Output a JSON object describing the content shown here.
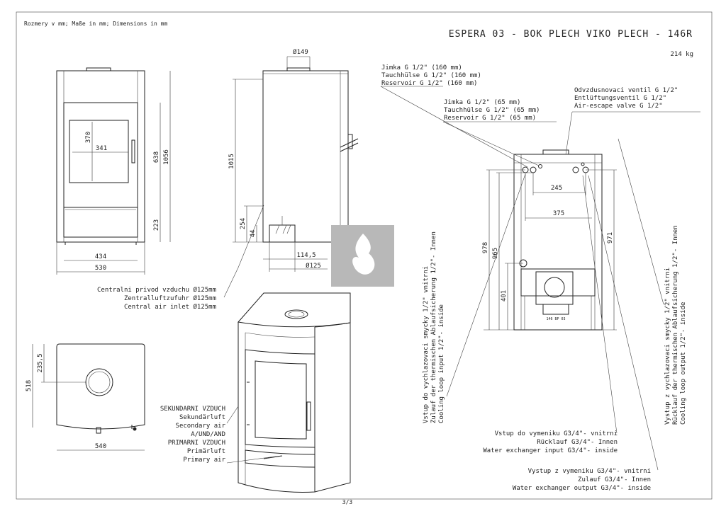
{
  "header": {
    "units_note": "Rozmery v mm; Maße in mm; Dimensions in mm",
    "title": "ESPERA 03 - BOK PLECH VIKO PLECH - 146R",
    "weight": "214 kg",
    "page": "3/3"
  },
  "front_view": {
    "dim_w_inner": "434",
    "dim_w_outer": "530",
    "dim_glass_w": "341",
    "dim_glass_h": "370",
    "dim_h_door": "638",
    "dim_h_total": "1056",
    "dim_h_base": "223"
  },
  "side_view": {
    "dim_flue": "Ø149",
    "dim_h_flue": "1015",
    "dim_h_inlet": "254",
    "dim_h_inlet_small": "44",
    "dim_inlet_offset": "114,5",
    "dim_inlet_diam": "Ø125"
  },
  "air_inlet_labels": [
    "Centralni privod vzduchu Ø125mm",
    "Zentralluftzufuhr Ø125mm",
    "Central air inlet Ø125mm"
  ],
  "top_view": {
    "dim_depth": "518",
    "dim_center": "235,5",
    "dim_width": "540"
  },
  "air_labels": [
    "SEKUNDARNI VZDUCH",
    "Sekundärluft",
    "Secondary air",
    "A/UND/AND",
    "PRIMARNI VZDUCH",
    "Primärluft",
    "Primary air"
  ],
  "rear_view": {
    "reservoir_160": [
      "Jimka G 1/2\" (160 mm)",
      "Tauchhülse G 1/2\" (160 mm)",
      "Reservoir G 1/2\" (160 mm)"
    ],
    "reservoir_65": [
      "Jimka G 1/2\" (65 mm)",
      "Tauchhülse G 1/2\" (65 mm)",
      "Reservoir G 1/2\" (65 mm)"
    ],
    "air_escape": [
      "Odvzdusnovaci ventil G 1/2\"",
      "Entlüftungsventil G 1/2\"",
      "Air-escape valve G 1/2\""
    ],
    "dim_245": "245",
    "dim_375": "375",
    "dim_978": "978",
    "dim_965": "965",
    "dim_971": "971",
    "dim_401": "401",
    "cooling_input": [
      "Vstup do vychlazovaci smycky 1/2\" vnitrni",
      "Zulauf der thermischen Ablaufsicherung 1/2\"- Innen",
      "Cooling loop input 1/2\"- inside"
    ],
    "cooling_output": [
      "Vystup z vychlazovaci smycky 1/2\" vnitrni",
      "Rücklauf der thermischen Ablaufsicherung 1/2\"- Innen",
      "Cooling loop output 1/2\"- inside"
    ],
    "water_input": [
      "Vstup do vymeniku G3/4\"- vnitrni",
      "Rücklauf G3/4\"- Innen",
      "Water exchanger input G3/4\"- inside"
    ],
    "water_output": [
      "Vystup z vymeniku G3/4\"- vnitrni",
      "Zulauf G3/4\"- Innen",
      "Water exchanger output G3/4\"- inside"
    ]
  },
  "colors": {
    "line": "#222222",
    "logo_bg": "#b8b8b8",
    "logo_fg": "#ffffff"
  },
  "icons": {
    "logo": "flame-logo-icon"
  }
}
